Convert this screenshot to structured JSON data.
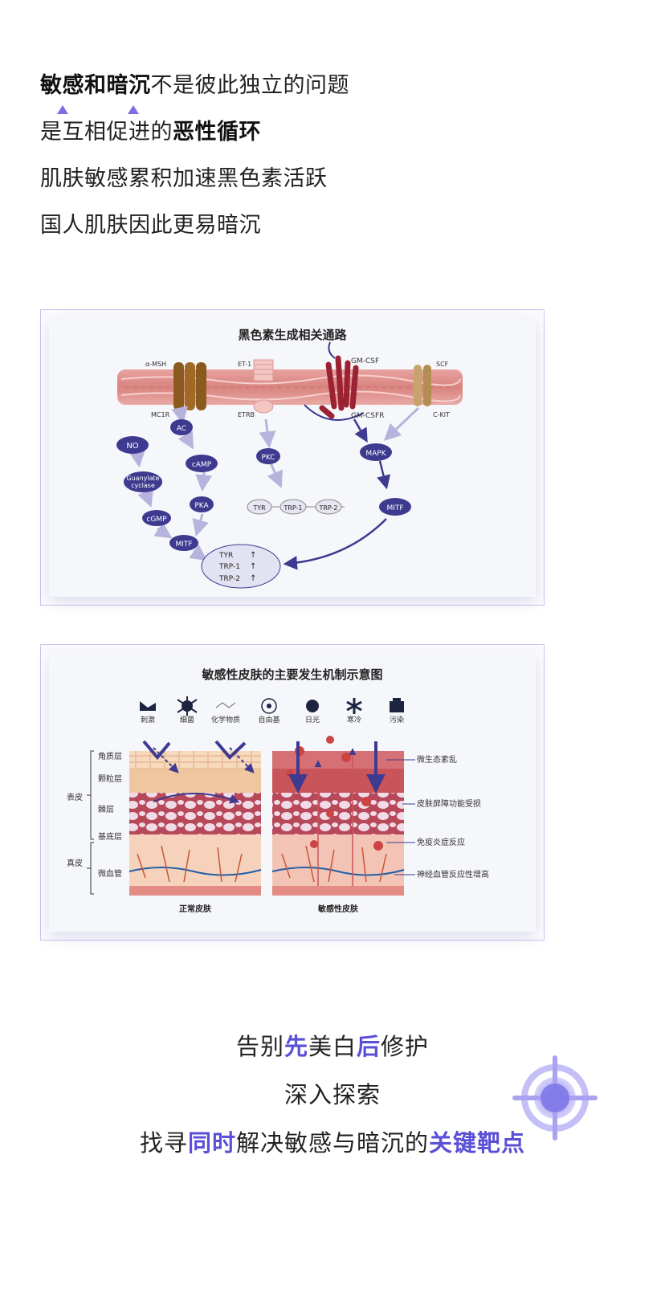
{
  "intro": {
    "line1_bold": "敏感和暗沉",
    "line1_rest": "不是彼此独立的问题",
    "line2_rest": "是互相促进的",
    "line2_bold": "恶性循环",
    "line3": "肌肤敏感累积加速黑色素活跃",
    "line4": "国人肌肤因此更易暗沉"
  },
  "pathway": {
    "title": "黑色素生成相关通路",
    "labels": {
      "amsh": "α-MSH",
      "mc1r": "MC1R",
      "et1": "ET-1",
      "etrb": "ETRB",
      "gmcsf": "GM-CSF",
      "gmcsfr": "GM-CSFR",
      "scf": "SCF",
      "ckit": "C-KIT",
      "ac": "AC",
      "camp": "cAMP",
      "pka": "PKA",
      "no": "NO",
      "guanylate1": "Guanylate",
      "guanylate2": "cyclase",
      "cgmp": "cGMP",
      "mitf_left": "MITF",
      "pkc": "PKC",
      "tyr": "TYR",
      "trp1": "TRP-1",
      "trp2": "TRP-2",
      "mapk": "MAPK",
      "mitf_right": "MITF",
      "out_tyr": "TYR",
      "out_trp1": "TRP-1",
      "out_trp2": "TRP-2"
    }
  },
  "skin": {
    "title": "敏感性皮肤的主要发生机制示意图",
    "icons": [
      {
        "name": "stimulus-icon",
        "label": "刺激"
      },
      {
        "name": "bacteria-icon",
        "label": "细菌"
      },
      {
        "name": "chemical-icon",
        "label": "化学物质"
      },
      {
        "name": "free-radical-icon",
        "label": "自由基"
      },
      {
        "name": "sun-icon",
        "label": "日光"
      },
      {
        "name": "cold-icon",
        "label": "寒冷"
      },
      {
        "name": "pollution-icon",
        "label": "污染"
      }
    ],
    "layers": [
      "角质层",
      "颗粒层",
      "棘层",
      "基底层",
      "微血管"
    ],
    "groups": [
      "表皮",
      "真皮"
    ],
    "captions": [
      "正常皮肤",
      "敏感性皮肤"
    ],
    "annotations": [
      "微生态紊乱",
      "皮肤屏障功能受损",
      "免疫炎症反应",
      "神经血管反应性增高"
    ]
  },
  "outro": {
    "l1_a": "告别",
    "l1_b": "先",
    "l1_c": "美白",
    "l1_d": "后",
    "l1_e": "修护",
    "l2": "深入探索",
    "l3_a": "找寻",
    "l3_b": "同时",
    "l3_c": "解决敏感与暗沉的",
    "l3_d": "关键靶点"
  },
  "colors": {
    "accent": "#5b4fd6",
    "navy": "#3d3a8f",
    "skin_red": "#c9545a"
  }
}
